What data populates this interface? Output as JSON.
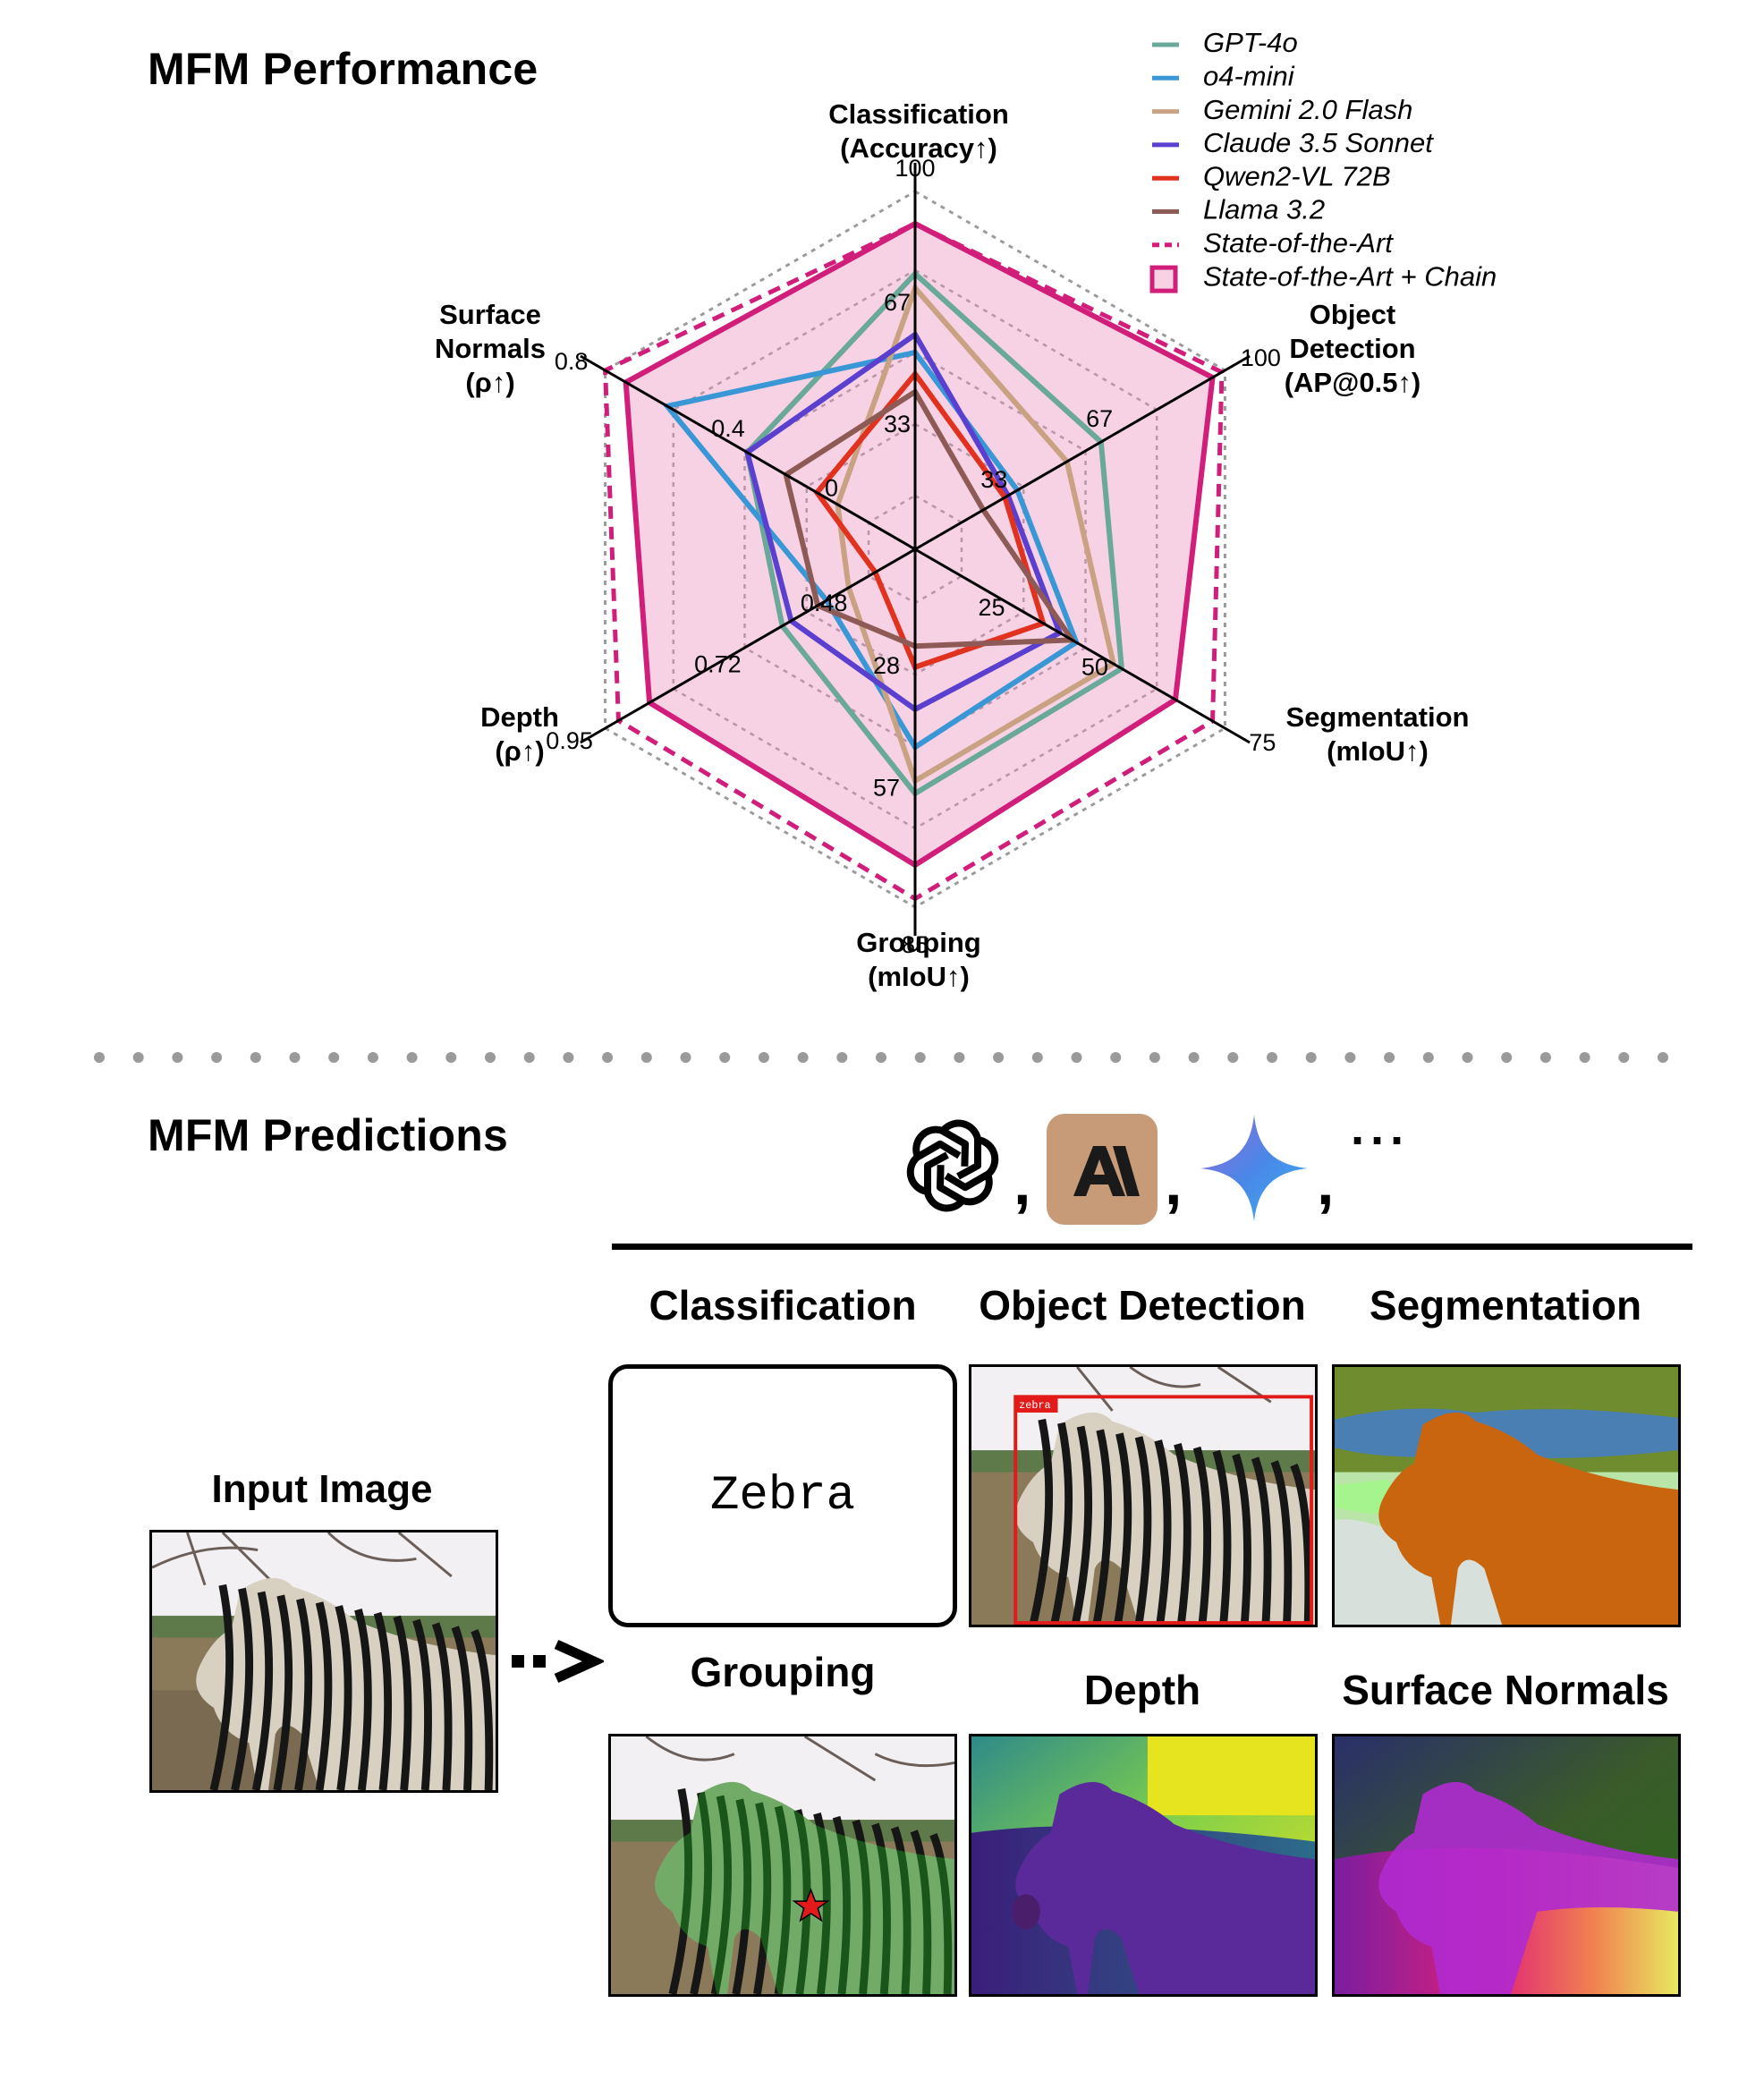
{
  "top_title": "MFM Performance",
  "bottom_title": "MFM Predictions",
  "chart_data": {
    "type": "radar",
    "axes": [
      {
        "key": "classification",
        "title": [
          "Classification",
          "(Accuracy↑)"
        ],
        "ticks": [
          "33",
          "67",
          "100"
        ],
        "range": [
          0,
          100
        ],
        "tick_values": [
          33,
          67,
          100
        ]
      },
      {
        "key": "detection",
        "title": [
          "Object",
          "Detection",
          "(AP@0.5↑)"
        ],
        "ticks": [
          "33",
          "67",
          "100"
        ],
        "range": [
          0,
          100
        ],
        "tick_values": [
          33,
          67,
          100
        ]
      },
      {
        "key": "segmentation",
        "title": [
          "Segmentation",
          "(mIoU↑)"
        ],
        "ticks": [
          "25",
          "50",
          "75"
        ],
        "range": [
          0,
          75
        ],
        "tick_values": [
          25,
          50,
          75
        ]
      },
      {
        "key": "grouping",
        "title": [
          "Grouping",
          "(mIoU↑)"
        ],
        "ticks": [
          "28",
          "57",
          "85"
        ],
        "range": [
          0,
          85
        ],
        "tick_values": [
          28,
          57,
          85
        ]
      },
      {
        "key": "depth",
        "title": [
          "Depth",
          "(ρ↑)"
        ],
        "ticks": [
          "0.48",
          "0.72",
          "0.95"
        ],
        "range": [
          0.25,
          0.95
        ],
        "tick_values": [
          0.48,
          0.72,
          0.95
        ]
      },
      {
        "key": "normals",
        "title": [
          "Surface",
          "Normals",
          "(ρ↑)"
        ],
        "ticks": [
          "0",
          "0.4",
          "0.8"
        ],
        "range": [
          -0.4,
          0.8
        ],
        "tick_values": [
          0,
          0.4,
          0.8
        ]
      }
    ],
    "series": [
      {
        "name": "GPT-4o",
        "color": "#6aa89a",
        "style": "solid",
        "values": [
          77,
          60,
          50,
          58,
          0.55,
          0.25
        ]
      },
      {
        "name": "o4-mini",
        "color": "#3a97d6",
        "style": "solid",
        "values": [
          55,
          33,
          39,
          47,
          0.45,
          0.56
        ]
      },
      {
        "name": "Gemini 2.0 Flash",
        "color": "#c9a283",
        "style": "solid",
        "values": [
          73,
          49,
          48,
          55,
          0.4,
          -0.1
        ]
      },
      {
        "name": "Claude 3.5 Sonnet",
        "color": "#5b3fcf",
        "style": "solid",
        "values": [
          60,
          30,
          35,
          38,
          0.53,
          0.25
        ]
      },
      {
        "name": "Qwen2-VL 72B",
        "color": "#e0321e",
        "style": "solid",
        "values": [
          49,
          29,
          31,
          28,
          0.34,
          -0.02
        ]
      },
      {
        "name": "Llama 3.2",
        "color": "#8e5a55",
        "style": "solid",
        "values": [
          44,
          22,
          38,
          23,
          0.47,
          0.1
        ]
      },
      {
        "name": "State-of-the-Art",
        "color": "#d01e7a",
        "style": "dashed",
        "values": [
          91,
          99,
          72,
          83,
          0.92,
          0.8
        ]
      },
      {
        "name": "State-of-the-Art + Chain",
        "color": "#d01e7a",
        "style": "filled",
        "values": [
          91,
          96,
          63,
          75,
          0.85,
          0.72
        ]
      }
    ]
  },
  "predictions": {
    "cells": [
      {
        "title": "Classification",
        "content": "Zebra"
      },
      {
        "title": "Object Detection",
        "box_label": "zebra"
      },
      {
        "title": "Segmentation"
      },
      {
        "title": "Grouping"
      },
      {
        "title": "Depth"
      },
      {
        "title": "Surface Normals"
      }
    ],
    "input_label": "Input Image",
    "icons": [
      "openai-logo",
      "anthropic-logo",
      "gemini-logo"
    ],
    "ellipsis": "···",
    "separator": ","
  }
}
